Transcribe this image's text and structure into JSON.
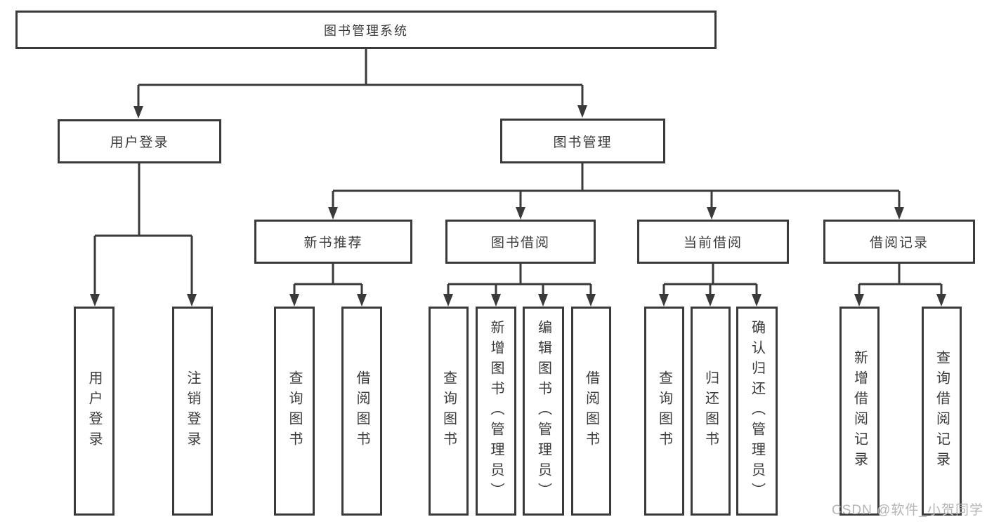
{
  "nodes": {
    "root": {
      "label": "图书管理系统"
    },
    "userLogin": {
      "label": "用户登录"
    },
    "bookManagement": {
      "label": "图书管理"
    },
    "newBookRec": {
      "label": "新书推荐"
    },
    "bookBorrow": {
      "label": "图书借阅"
    },
    "currentBorrow": {
      "label": "当前借阅"
    },
    "borrowRecords": {
      "label": "借阅记录"
    },
    "leafUserLogin": {
      "label": "用户登录"
    },
    "leafLogout": {
      "label": "注销登录"
    },
    "leafQueryBooks1": {
      "label": "查询图书"
    },
    "leafBorrowBooks1": {
      "label": "借阅图书"
    },
    "leafQueryBooks2": {
      "label": "查询图书"
    },
    "leafAddBooks": {
      "label": "新增图书（管理员）"
    },
    "leafEditBooks": {
      "label": "编辑图书（管理员）"
    },
    "leafBorrowBooks2": {
      "label": "借阅图书"
    },
    "leafQueryBooks3": {
      "label": "查询图书"
    },
    "leafReturnBooks": {
      "label": "归还图书"
    },
    "leafConfirmReturn": {
      "label": "确认归还（管理员）"
    },
    "leafAddBorrowRec": {
      "label": "新增借阅记录"
    },
    "leafQueryBorrowRec": {
      "label": "查询借阅记录"
    }
  },
  "hierarchy": {
    "图书管理系统": {
      "用户登录": [
        "用户登录",
        "注销登录"
      ],
      "图书管理": {
        "新书推荐": [
          "查询图书",
          "借阅图书"
        ],
        "图书借阅": [
          "查询图书",
          "新增图书（管理员）",
          "编辑图书（管理员）",
          "借阅图书"
        ],
        "当前借阅": [
          "查询图书",
          "归还图书",
          "确认归还（管理员）"
        ],
        "借阅记录": [
          "新增借阅记录",
          "查询借阅记录"
        ]
      }
    }
  },
  "colors": {
    "line": "#3a3a3a",
    "text": "#3a3a3a",
    "background": "#ffffff",
    "watermark": "#b5b5b5"
  },
  "watermark": "CSDN @软件_小贺同学"
}
